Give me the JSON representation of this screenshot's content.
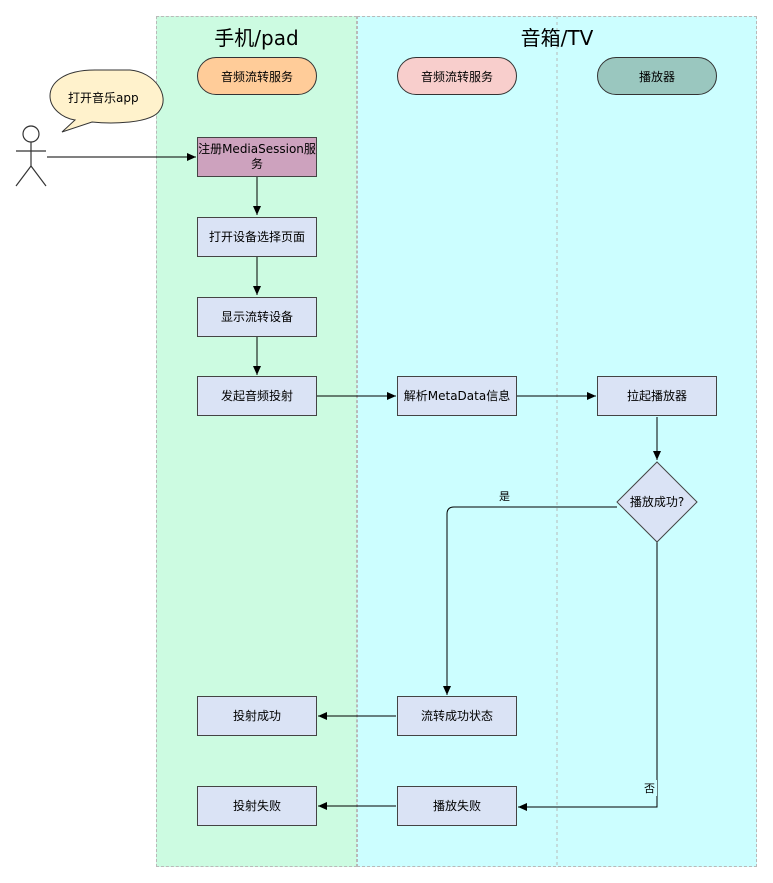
{
  "lanes": {
    "phone": {
      "title": "手机/pad"
    },
    "tv": {
      "title": "音箱/TV"
    }
  },
  "headers": {
    "phone_service": "音频流转服务",
    "tv_service": "音频流转服务",
    "player": "播放器"
  },
  "actor": {
    "callout": "打开音乐app"
  },
  "nodes": {
    "register": "注册MediaSession服务",
    "open_selector": "打开设备选择页面",
    "show_devices": "显示流转设备",
    "start_cast": "发起音频投射",
    "parse_metadata": "解析MetaData信息",
    "launch_player": "拉起播放器",
    "decision": "播放成功?",
    "flow_success_state": "流转成功状态",
    "play_failed": "播放失败",
    "cast_success": "投射成功",
    "cast_failed": "投射失败"
  },
  "edge_labels": {
    "yes": "是",
    "no": "否"
  },
  "colors": {
    "phone_lane": "#ccfbe1",
    "tv_lane": "#ccfeff",
    "phone_service_pill": "#ffcc99",
    "tv_service_pill": "#f8cecc",
    "player_pill": "#9ac7bf",
    "register_box": "#cda2be",
    "process_box": "#dae3f5",
    "callout": "#fff2cc"
  }
}
